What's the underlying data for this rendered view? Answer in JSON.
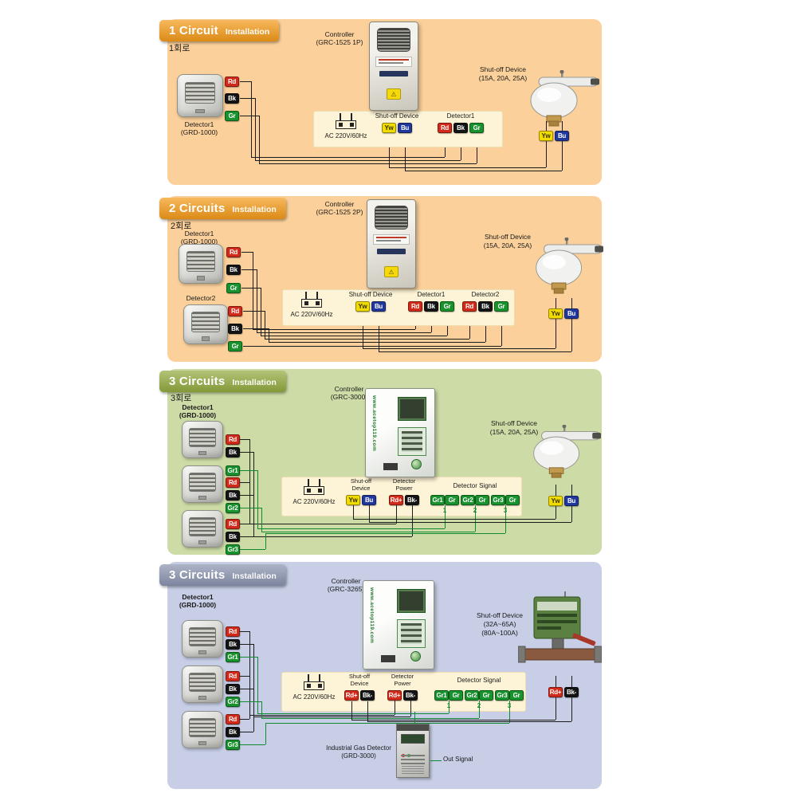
{
  "wiring_box_bg": "#fdf3d6",
  "wire_colors": {
    "power": "#1c1c1c",
    "signal": "#0f8a30"
  },
  "terminal_colors": {
    "Rd": {
      "bg": "#d22a1a",
      "fg": "#ffffff"
    },
    "Bk": {
      "bg": "#141414",
      "fg": "#ffffff"
    },
    "Gr": {
      "bg": "#17922c",
      "fg": "#ffffff"
    },
    "Yw": {
      "bg": "#f2dc00",
      "fg": "#332f00"
    },
    "Bu": {
      "bg": "#20379b",
      "fg": "#ffffff"
    },
    "Gr1": {
      "bg": "#17922c",
      "fg": "#ffffff"
    },
    "Gr2": {
      "bg": "#17922c",
      "fg": "#ffffff"
    },
    "Gr3": {
      "bg": "#17922c",
      "fg": "#ffffff"
    },
    "Rd+": {
      "bg": "#d22a1a",
      "fg": "#ffffff"
    },
    "Bk-": {
      "bg": "#141414",
      "fg": "#ffffff"
    }
  },
  "panels": [
    {
      "badge": {
        "title": "1 Circuit",
        "subtitle": "Installation"
      },
      "korean": "1회로",
      "theme": {
        "panel_bg": "#fbd09b",
        "badge_color": "#f49a18"
      },
      "detectors": [
        {
          "label_lines": [
            "Detector1",
            "(GRD-1000)"
          ],
          "terminals": [
            "Rd",
            "Bk",
            "Gr"
          ]
        }
      ],
      "controller": {
        "label_lines": [
          "Controller",
          "(GRC-1525 1P)"
        ]
      },
      "shutoff": {
        "label_lines": [
          "Shut-off Device",
          "(15A, 20A, 25A)"
        ],
        "terminals": [
          "Yw",
          "Bu"
        ]
      },
      "terminal_box": {
        "power_label": "AC 220V/60Hz",
        "groups": [
          {
            "label_lines": [
              "Shut-off Device"
            ],
            "terminals": [
              "Yw",
              "Bu"
            ]
          },
          {
            "label_lines": [
              "Detector1"
            ],
            "terminals": [
              "Rd",
              "Bk",
              "Gr"
            ]
          }
        ]
      }
    },
    {
      "badge": {
        "title": "2 Circuits",
        "subtitle": "Installation"
      },
      "korean": "2회로",
      "theme": {
        "panel_bg": "#fbd09b",
        "badge_color": "#f49a18"
      },
      "detectors": [
        {
          "label_lines": [
            "Detector1",
            "(GRD-1000)"
          ],
          "terminals": [
            "Rd",
            "Bk",
            "Gr"
          ]
        },
        {
          "label_lines": [
            "Detector2"
          ],
          "terminals": [
            "Rd",
            "Bk",
            "Gr"
          ]
        }
      ],
      "controller": {
        "label_lines": [
          "Controller",
          "(GRC-1525 2P)"
        ]
      },
      "shutoff": {
        "label_lines": [
          "Shut-off Device",
          "(15A, 20A, 25A)"
        ],
        "terminals": [
          "Yw",
          "Bu"
        ]
      },
      "terminal_box": {
        "power_label": "AC 220V/60Hz",
        "groups": [
          {
            "label_lines": [
              "Shut-off Device"
            ],
            "terminals": [
              "Yw",
              "Bu"
            ]
          },
          {
            "label_lines": [
              "Detector1"
            ],
            "terminals": [
              "Rd",
              "Bk",
              "Gr"
            ]
          },
          {
            "label_lines": [
              "Detector2"
            ],
            "terminals": [
              "Rd",
              "Bk",
              "Gr"
            ]
          }
        ]
      }
    },
    {
      "badge": {
        "title": "3 Circuits",
        "subtitle": "Installation"
      },
      "korean": "3회로",
      "theme": {
        "panel_bg": "#cddca6",
        "badge_color": "#92aa3d"
      },
      "header_lines": [
        "Detector1",
        "(GRD-1000)"
      ],
      "detectors": [
        {
          "terminals": [
            "Rd",
            "Bk",
            "Gr1"
          ]
        },
        {
          "terminals": [
            "Rd",
            "Bk",
            "Gr2"
          ]
        },
        {
          "terminals": [
            "Rd",
            "Bk",
            "Gr3"
          ]
        }
      ],
      "controller": {
        "label_lines": [
          "Controller",
          "(GRC-3000)"
        ],
        "side_text": "www.acetop119.com"
      },
      "shutoff": {
        "label_lines": [
          "Shut-off Device",
          "(15A, 20A, 25A)"
        ],
        "terminals": [
          "Yw",
          "Bu"
        ]
      },
      "terminal_box": {
        "power_label": "AC 220V/60Hz",
        "groups": [
          {
            "label_lines": [
              "Shut-off",
              "Device"
            ],
            "terminals": [
              "Yw",
              "Bu"
            ]
          },
          {
            "label_lines": [
              "Detector",
              "Power"
            ],
            "terminals": [
              "Rd+",
              "Bk-"
            ]
          },
          {
            "label_lines": [
              "Detector Signal"
            ],
            "pairs": [
              {
                "terminals": [
                  "Gr1",
                  "Gr"
                ],
                "num": "1"
              },
              {
                "terminals": [
                  "Gr2",
                  "Gr"
                ],
                "num": "2"
              },
              {
                "terminals": [
                  "Gr3",
                  "Gr"
                ],
                "num": "3"
              }
            ]
          }
        ]
      }
    },
    {
      "badge": {
        "title": "3 Circuits",
        "subtitle": "Installation"
      },
      "korean": "",
      "theme": {
        "panel_bg": "#c7cee6",
        "badge_color": "#8a94b0"
      },
      "header_lines": [
        "Detector1",
        "(GRD-1000)"
      ],
      "detectors": [
        {
          "terminals": [
            "Rd",
            "Bk",
            "Gr1"
          ]
        },
        {
          "terminals": [
            "Rd",
            "Bk",
            "Gr2"
          ]
        },
        {
          "terminals": [
            "Rd",
            "Bk",
            "Gr3"
          ]
        }
      ],
      "controller": {
        "label_lines": [
          "Controller",
          "(GRC-3265)"
        ],
        "side_text": "www.acetop119.com"
      },
      "shutoff": {
        "label_lines": [
          "Shut-off Device",
          "(32A~65A)",
          "(80A~100A)"
        ],
        "terminals": [
          "Rd+",
          "Bk-"
        ]
      },
      "terminal_box": {
        "power_label": "AC 220V/60Hz",
        "groups": [
          {
            "label_lines": [
              "Shut-off",
              "Device"
            ],
            "terminals": [
              "Rd+",
              "Bk-"
            ]
          },
          {
            "label_lines": [
              "Detector",
              "Power"
            ],
            "terminals": [
              "Rd+",
              "Bk-"
            ]
          },
          {
            "label_lines": [
              "Detector Signal"
            ],
            "pairs": [
              {
                "terminals": [
                  "Gr1",
                  "Gr"
                ],
                "num": "1"
              },
              {
                "terminals": [
                  "Gr2",
                  "Gr"
                ],
                "num": "2"
              },
              {
                "terminals": [
                  "Gr3",
                  "Gr"
                ],
                "num": "3"
              }
            ]
          }
        ]
      },
      "industrial": {
        "label_lines": [
          "Industrial Gas Detector",
          "(GRD-3000)"
        ],
        "out_label": "Out Signal"
      }
    }
  ]
}
